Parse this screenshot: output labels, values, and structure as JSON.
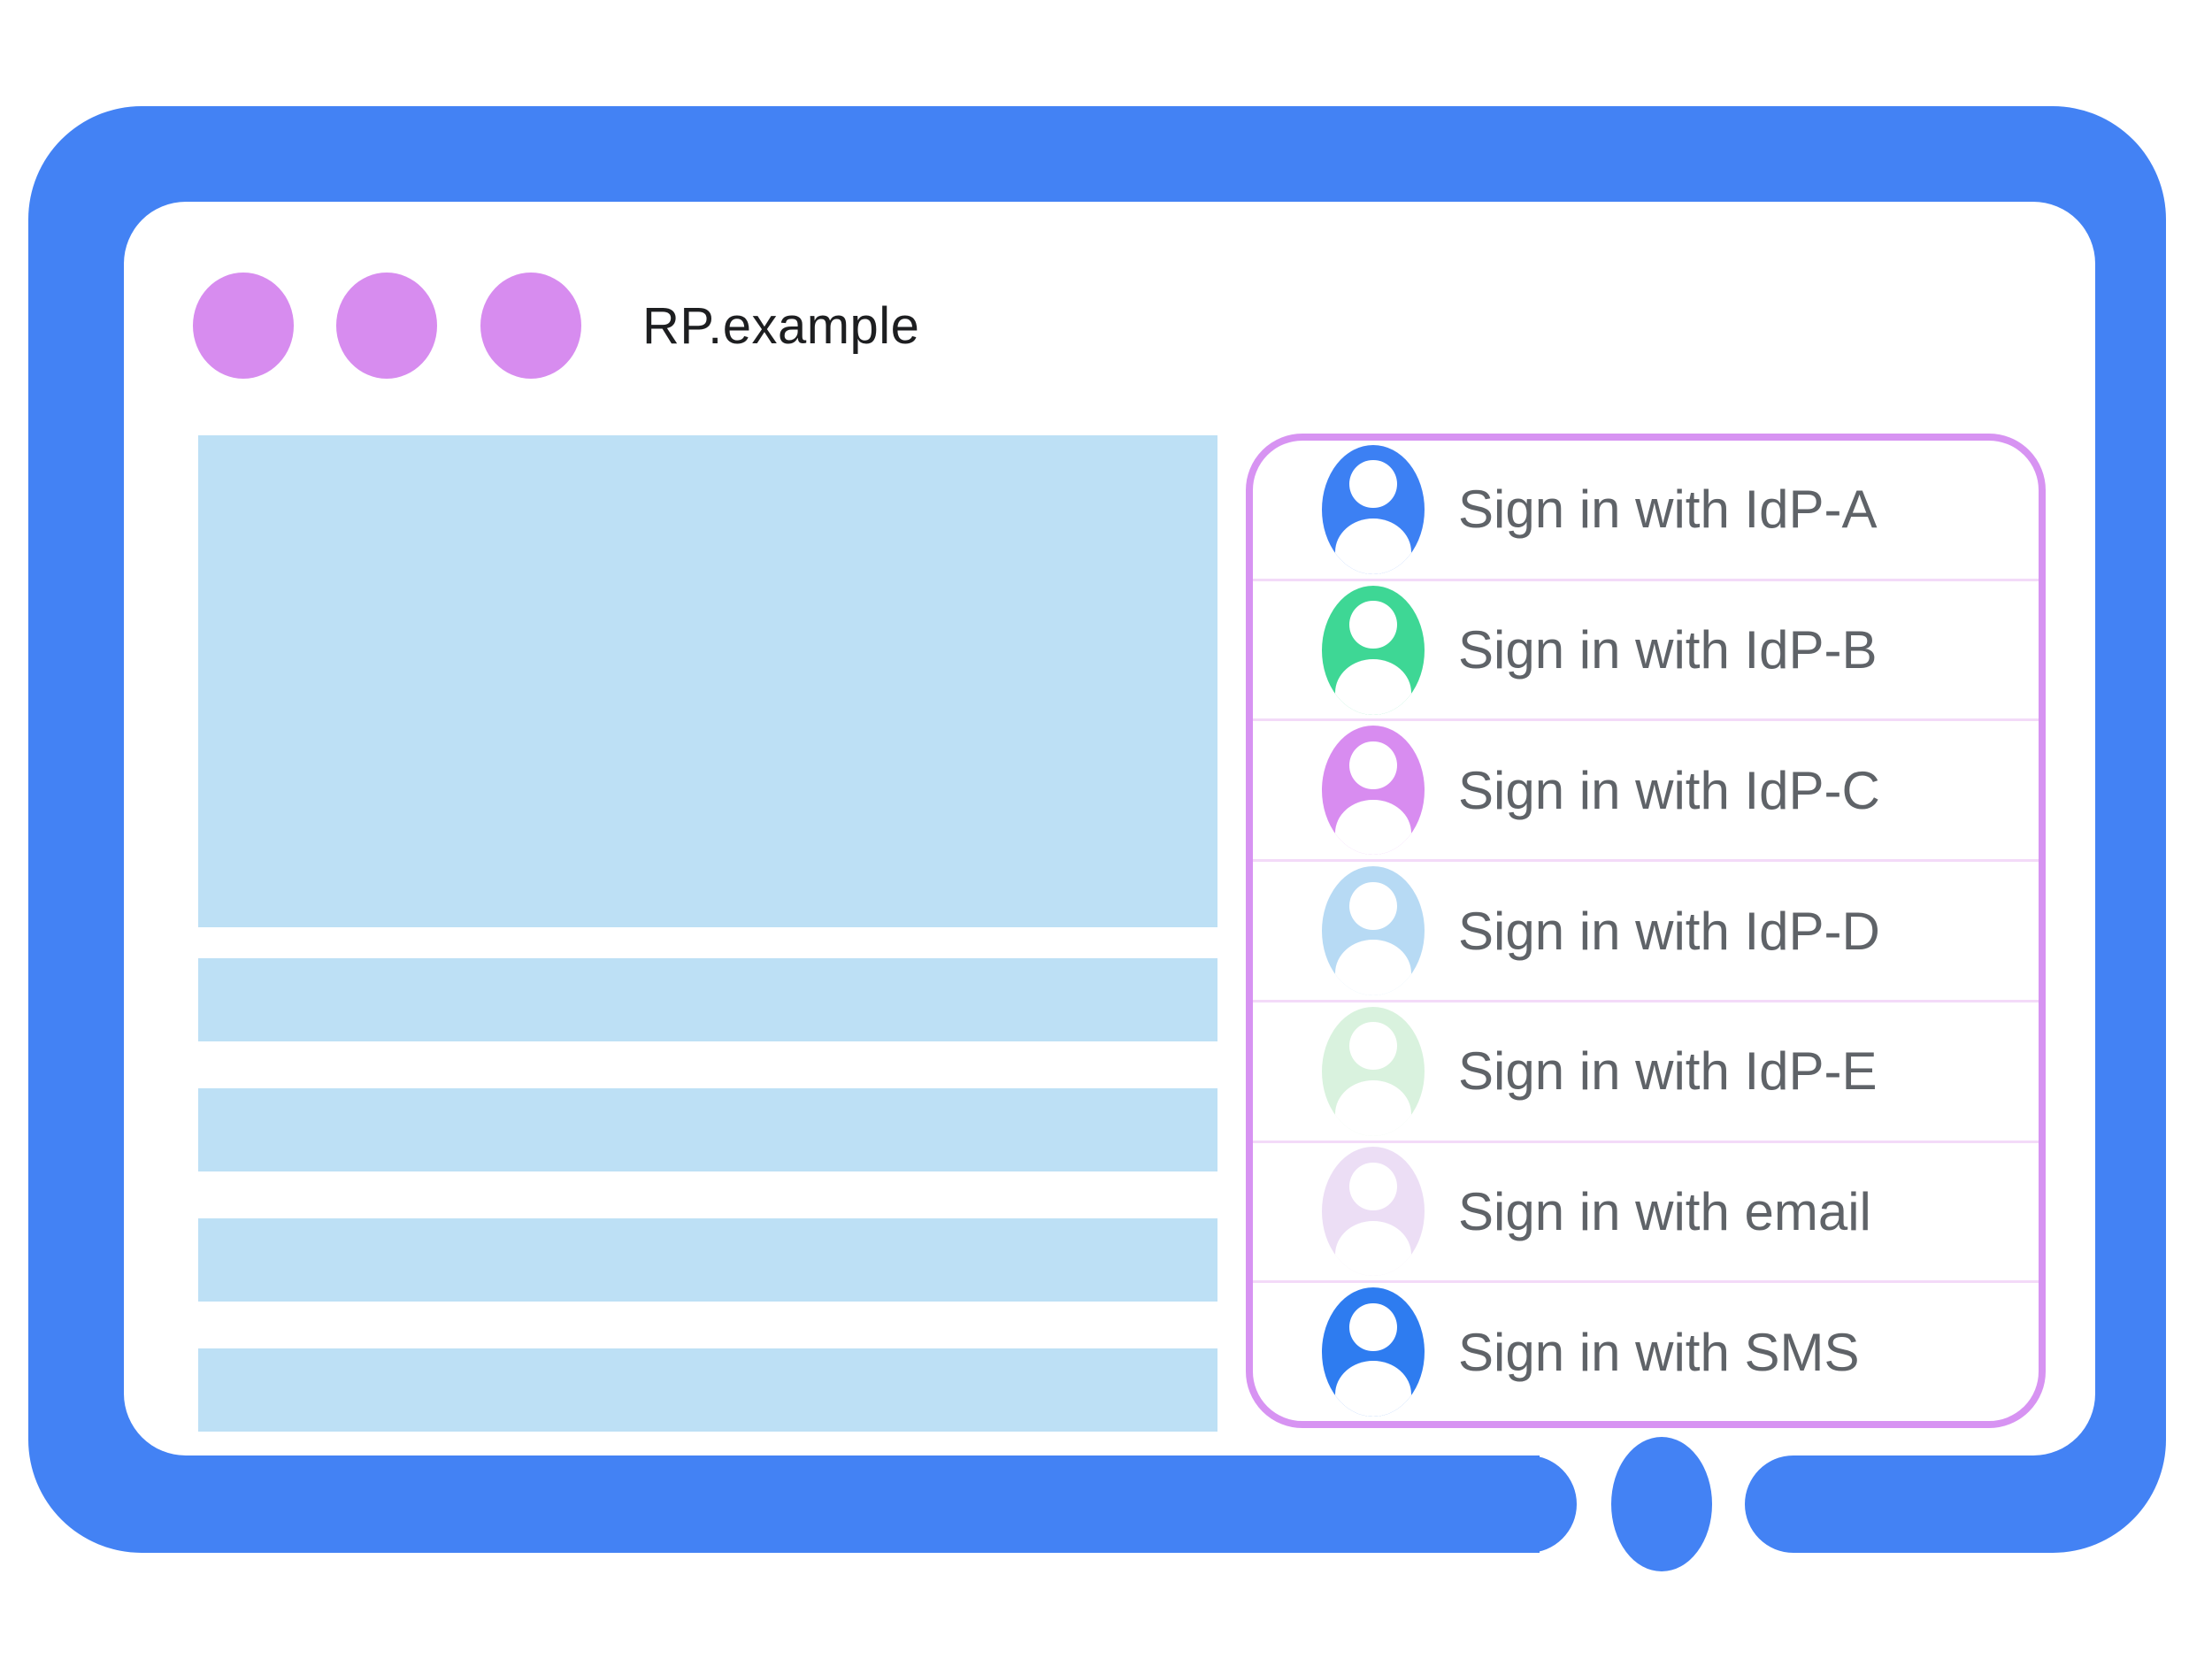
{
  "titlebar": {
    "site_name": "RP.example",
    "dot_count": 3
  },
  "content_placeholders": {
    "hero_block_count": 1,
    "text_bar_count": 4
  },
  "signin_panel": {
    "items": [
      {
        "id": "idp-a",
        "label": "Sign in with IdP-A",
        "avatar_color": "#3c80f3"
      },
      {
        "id": "idp-b",
        "label": "Sign in with IdP-B",
        "avatar_color": "#3ed795"
      },
      {
        "id": "idp-c",
        "label": "Sign in with IdP-C",
        "avatar_color": "#d88cf0"
      },
      {
        "id": "idp-d",
        "label": "Sign in with IdP-D",
        "avatar_color": "#b7daf4"
      },
      {
        "id": "idp-e",
        "label": "Sign in with IdP-E",
        "avatar_color": "#d9f2de"
      },
      {
        "id": "email",
        "label": "Sign in with email",
        "avatar_color": "#ecdef5"
      },
      {
        "id": "sms",
        "label": "Sign in with SMS",
        "avatar_color": "#2e7cf0"
      }
    ]
  },
  "colors": {
    "frame": "#4382f4",
    "placeholder": "#bde0f5",
    "dot": "#d78cef",
    "panel_border": "#d793f2",
    "divider": "#f3daf8",
    "label_text": "#5f6368",
    "title_text": "#1d1e20"
  }
}
